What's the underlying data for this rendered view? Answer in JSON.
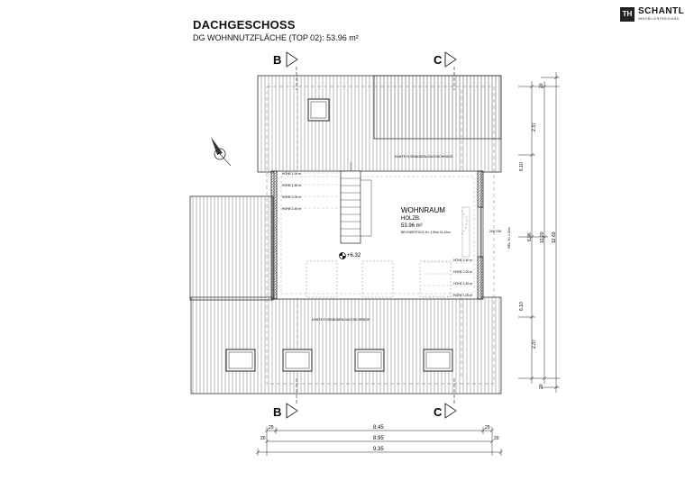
{
  "header": {
    "title": "DACHGESCHOSS",
    "subtitle": "DG WOHNNUTZFLÄCHE (TOP 02):  53.96 m²"
  },
  "logo": {
    "mark": "TH",
    "name": "SCHANTL",
    "tagline": "IMMOBILIENTREUHAND"
  },
  "sections": {
    "b": "B",
    "c": "C"
  },
  "room": {
    "name": "WOHNRAUM",
    "floor": "HOLZB.",
    "area": "53.96 m²",
    "note": "BEI KNIESTOCK H= 1.50m     31.32m²"
  },
  "level": "+6.32",
  "roof_edge_top": "KANTE FUSSBODEN-DACHSCHRÄGE",
  "roof_edge_bottom": "KANTE FUSSBODEN-DACHSCHRÄGE",
  "heights_left": [
    "HÖHE 1.00 m",
    "HÖHE 1.50 m",
    "HÖHE 2.00 m",
    "HÖHE 2.40 m"
  ],
  "heights_right": [
    "HÖHE 2.40 m",
    "HÖHE 2.00 m",
    "HÖHE 1.50 m",
    "HÖHE 1.00 m"
  ],
  "dims_bottom": {
    "inner": "8.45",
    "middle": "8.95",
    "outer": "9.35",
    "small_left": "25",
    "small_right": "25",
    "edge_left": "20",
    "edge_right": "20"
  },
  "dims_right": {
    "seg": [
      "20",
      "2.37",
      "6.10",
      "6.10",
      "2.37",
      "20"
    ],
    "mid": "6.96",
    "overall1": "12.20",
    "overall2": "12.60"
  },
  "window_label": "208\n238",
  "skylight_note": "GEL. H= 1.50m"
}
